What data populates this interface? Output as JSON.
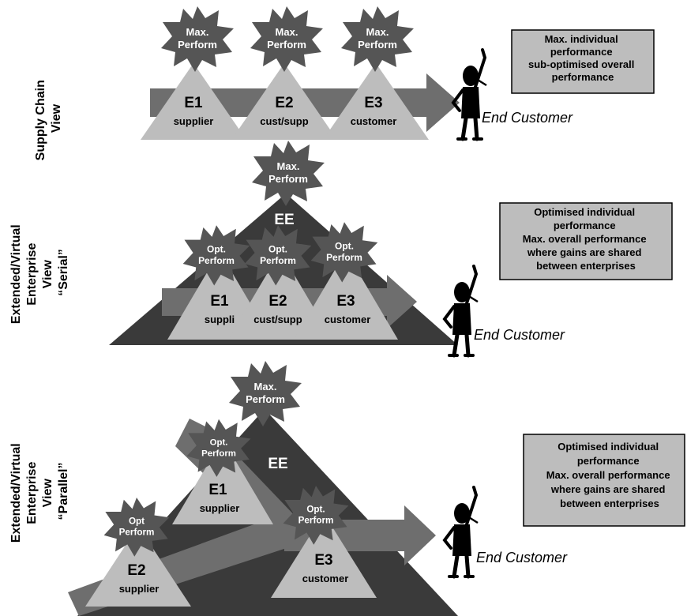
{
  "sections": [
    {
      "side_label": [
        "Supply Chain",
        "View"
      ],
      "enterprises": [
        {
          "id": "E1",
          "role": "supplier",
          "star": [
            "Max.",
            "Perform"
          ]
        },
        {
          "id": "E2",
          "role": "cust/supp",
          "star": [
            "Max.",
            "Perform"
          ]
        },
        {
          "id": "E3",
          "role": "customer",
          "star": [
            "Max.",
            "Perform"
          ]
        }
      ],
      "customer_label": "End Customer",
      "note": [
        "Max. individual",
        "performance",
        "sub-optimised overall",
        "performance"
      ]
    },
    {
      "side_label": [
        "Extended/Virtual",
        "Enterprise",
        "View",
        "“Serial”"
      ],
      "ee_label": "EE",
      "ee_star": [
        "Max.",
        "Perform"
      ],
      "enterprises": [
        {
          "id": "E1",
          "role": "suppli",
          "star": [
            "Opt.",
            "Perform"
          ]
        },
        {
          "id": "E2",
          "role": "cust/supp",
          "star": [
            "Opt.",
            "Perform"
          ]
        },
        {
          "id": "E3",
          "role": "customer",
          "star": [
            "Opt.",
            "Perform"
          ]
        }
      ],
      "customer_label": "End Customer",
      "note": [
        "Optimised individual",
        "performance",
        "Max. overall performance",
        "where gains are shared",
        "between enterprises"
      ]
    },
    {
      "side_label": [
        "Extended/Virtual",
        "Enterprise",
        "View",
        "“Parallel”"
      ],
      "ee_label": "EE",
      "ee_star": [
        "Max.",
        "Perform"
      ],
      "enterprises": [
        {
          "id": "E1",
          "role": "supplier",
          "star": [
            "Opt.",
            "Perform"
          ]
        },
        {
          "id": "E2",
          "role": "supplier",
          "star": [
            "Opt",
            "Perform"
          ]
        },
        {
          "id": "E3",
          "role": "customer",
          "star": [
            "Opt.",
            "Perform"
          ]
        }
      ],
      "customer_label": "End Customer",
      "note": [
        "Optimised individual",
        "performance",
        "Max. overall performance",
        "where gains are shared",
        "between enterprises"
      ]
    }
  ],
  "colors": {
    "triangle": "#bdbdbd",
    "star": "#555555",
    "arrow": "#6e6e6e",
    "ee_pyramid": "#3a3a3a",
    "note_box": "#bdbdbd"
  }
}
